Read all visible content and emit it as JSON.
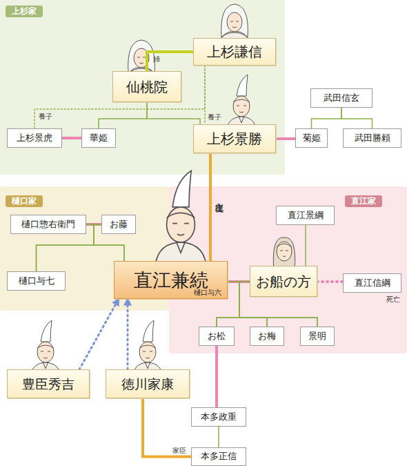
{
  "diagram": {
    "nodes": [
      {
        "text": [
          "上杉家"
        ]
      },
      {
        "text": [
          "上杉謙信"
        ],
        "in": 0
      },
      {
        "text": [
          "仙桃院"
        ],
        "in": 0
      },
      {
        "text": [
          "上杉景虎"
        ],
        "in": 0
      },
      {
        "text": [
          "華姫"
        ],
        "in": 0
      },
      {
        "text": [
          "上杉景勝"
        ],
        "in": 0
      },
      {
        "text": [
          "武田信玄"
        ]
      },
      {
        "text": [
          "菊姫"
        ]
      },
      {
        "text": [
          "武田勝頼"
        ]
      },
      {
        "text": [
          "樋口家"
        ]
      },
      {
        "text": [
          "樋口惣右衛門"
        ],
        "in": 9
      },
      {
        "text": [
          "お藤"
        ],
        "in": 9
      },
      {
        "text": [
          "樋口与七"
        ],
        "in": 9
      },
      {
        "text": [
          "直江兼続",
          "樋口与六"
        ]
      },
      {
        "text": [
          "直江家"
        ]
      },
      {
        "text": [
          "直江景綱"
        ],
        "in": 14
      },
      {
        "text": [
          "お船の方"
        ],
        "in": 14
      },
      {
        "text": [
          "直江信綱"
        ],
        "in": 14
      },
      {
        "text": [
          "お松"
        ],
        "in": 14
      },
      {
        "text": [
          "お梅"
        ],
        "in": 14
      },
      {
        "text": [
          "景明"
        ],
        "in": 14
      },
      {
        "text": [
          "豊臣秀吉"
        ]
      },
      {
        "text": [
          "徳川家康"
        ]
      },
      {
        "text": [
          "本多政重"
        ]
      },
      {
        "text": [
          "本多正信"
        ]
      }
    ],
    "edges": [
      {
        "from": 1,
        "to": 2,
        "arrow": "none",
        "label": "姉"
      },
      {
        "from": 1,
        "to": 3,
        "arrow": "none",
        "label": "養子"
      },
      {
        "from": 1,
        "to": 5,
        "arrow": "none",
        "label": "養子"
      },
      {
        "from": 2,
        "to": 4,
        "arrow": "none"
      },
      {
        "from": 2,
        "to": 5,
        "arrow": "none"
      },
      {
        "from": 3,
        "to": 4,
        "arrow": "none"
      },
      {
        "from": 5,
        "to": 7,
        "arrow": "none"
      },
      {
        "from": 6,
        "to": 7,
        "arrow": "none"
      },
      {
        "from": 6,
        "to": 8,
        "arrow": "none"
      },
      {
        "from": 5,
        "to": 13,
        "arrow": "none",
        "label": "主従"
      },
      {
        "from": 10,
        "to": 11,
        "arrow": "none"
      },
      {
        "from": 10,
        "to": 12,
        "arrow": "none"
      },
      {
        "from": 11,
        "to": 12,
        "arrow": "none"
      },
      {
        "from": 10,
        "to": 13,
        "arrow": "none"
      },
      {
        "from": 11,
        "to": 13,
        "arrow": "none"
      },
      {
        "from": 13,
        "to": 16,
        "arrow": "none"
      },
      {
        "from": 16,
        "to": 17,
        "arrow": "none"
      },
      {
        "from": 15,
        "to": 16,
        "arrow": "none"
      },
      {
        "from": 13,
        "to": 18,
        "arrow": "none"
      },
      {
        "from": 13,
        "to": 19,
        "arrow": "none"
      },
      {
        "from": 13,
        "to": 20,
        "arrow": "none"
      },
      {
        "from": 16,
        "to": 18,
        "arrow": "none"
      },
      {
        "from": 16,
        "to": 19,
        "arrow": "none"
      },
      {
        "from": 16,
        "to": 20,
        "arrow": "none"
      },
      {
        "from": 18,
        "to": 23,
        "arrow": "none"
      },
      {
        "from": 24,
        "to": 23,
        "arrow": "none"
      },
      {
        "from": 22,
        "to": 24,
        "arrow": "none",
        "label": "家臣"
      },
      {
        "from": 21,
        "to": 13,
        "arrow": "to"
      },
      {
        "from": 22,
        "to": 13,
        "arrow": "to"
      }
    ],
    "labels": [
      "死亡"
    ]
  }
}
